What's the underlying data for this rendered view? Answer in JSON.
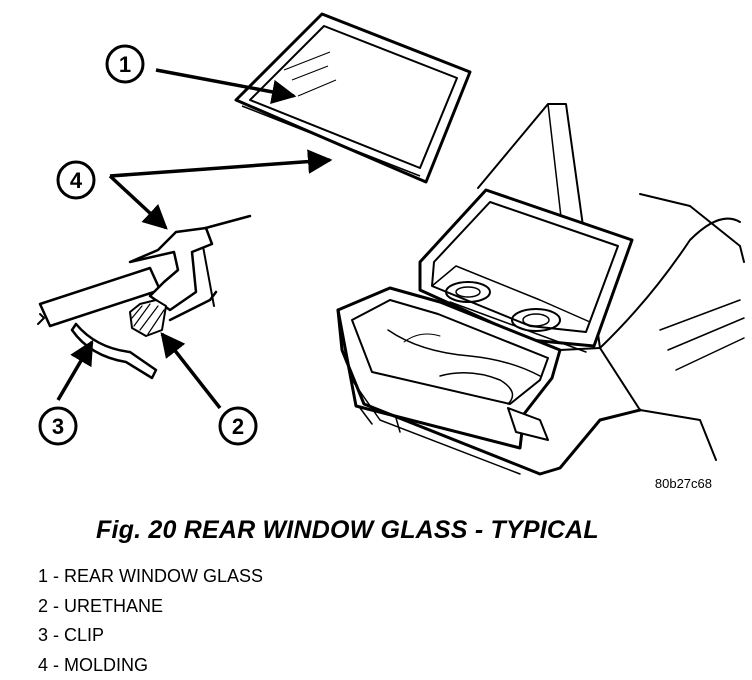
{
  "figure": {
    "image_code": "80b27c68",
    "callouts": [
      {
        "number": "1"
      },
      {
        "number": "2"
      },
      {
        "number": "3"
      },
      {
        "number": "4"
      }
    ]
  },
  "caption": "Fig. 20 REAR WINDOW GLASS - TYPICAL",
  "legend": [
    "1 - REAR WINDOW GLASS",
    "2 - URETHANE",
    "3 - CLIP",
    "4 - MOLDING"
  ]
}
